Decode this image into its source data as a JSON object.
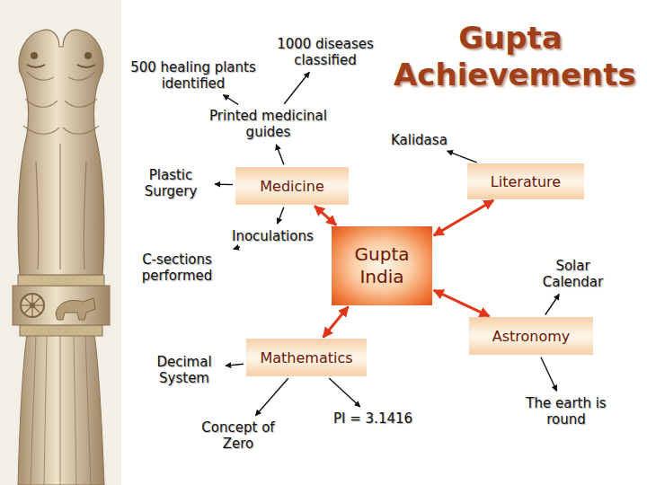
{
  "diagram": {
    "title": "Gupta Achievements",
    "nodes": [
      {
        "text": [
          "1000 diseases classified"
        ]
      },
      {
        "text": [
          "500 healing plants identified"
        ]
      },
      {
        "text": [
          "Printed medicinal guides"
        ]
      },
      {
        "text": [
          "Kalidasa"
        ]
      },
      {
        "text": [
          "Plastic Surgery"
        ]
      },
      {
        "text": [
          "Medicine"
        ]
      },
      {
        "text": [
          "Literature"
        ]
      },
      {
        "text": [
          "Inoculations"
        ]
      },
      {
        "text": [
          "C-sections performed"
        ]
      },
      {
        "text": [
          "Gupta India"
        ]
      },
      {
        "text": [
          "Solar Calendar"
        ]
      },
      {
        "text": [
          "Astronomy"
        ]
      },
      {
        "text": [
          "Decimal System"
        ]
      },
      {
        "text": [
          "Mathematics"
        ]
      },
      {
        "text": [
          "Concept of Zero"
        ]
      },
      {
        "text": [
          "PI = 3.1416"
        ]
      },
      {
        "text": [
          "The earth is round"
        ]
      }
    ],
    "edges": [
      {
        "from": 5,
        "to": 2,
        "arrow": "to"
      },
      {
        "from": 2,
        "to": 1,
        "arrow": "to"
      },
      {
        "from": 2,
        "to": 0,
        "arrow": "to"
      },
      {
        "from": 5,
        "to": 4,
        "arrow": "to"
      },
      {
        "from": 5,
        "to": 7,
        "arrow": "to"
      },
      {
        "from": 7,
        "to": 8,
        "arrow": "to"
      },
      {
        "from": 6,
        "to": 3,
        "arrow": "to"
      },
      {
        "from": 9,
        "to": 5,
        "arrow": "both"
      },
      {
        "from": 9,
        "to": 6,
        "arrow": "both"
      },
      {
        "from": 9,
        "to": 13,
        "arrow": "both"
      },
      {
        "from": 9,
        "to": 11,
        "arrow": "both"
      },
      {
        "from": 13,
        "to": 12,
        "arrow": "to"
      },
      {
        "from": 13,
        "to": 14,
        "arrow": "to"
      },
      {
        "from": 13,
        "to": 15,
        "arrow": "to"
      },
      {
        "from": 11,
        "to": 10,
        "arrow": "to"
      },
      {
        "from": 11,
        "to": 16,
        "arrow": "to"
      }
    ]
  }
}
